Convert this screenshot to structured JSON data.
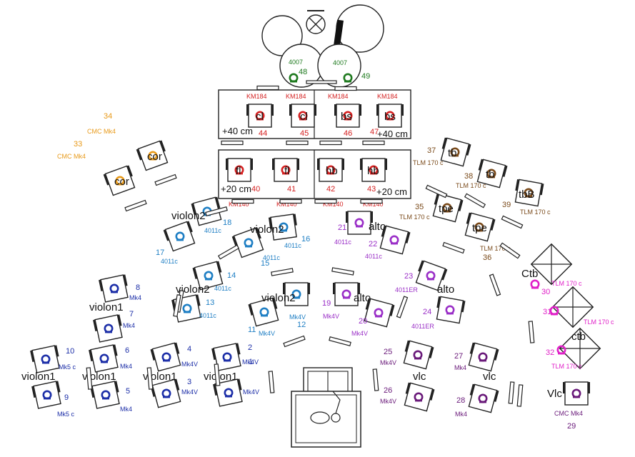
{
  "colors": {
    "violin1": "#1d2fa8",
    "violin2": "#1f7fc4",
    "alto": "#9a2fc7",
    "cello": "#6a1a7a",
    "brass": "#7a4a1a",
    "horn": "#e89a1a",
    "percussion": "#1f7a1f",
    "woodwind": "#d42020",
    "bass": "#e020c8"
  },
  "players": [
    {
      "id": "p1",
      "num": "1",
      "mic": "Mk4V",
      "label": "",
      "icon": "microphone-icon",
      "group": "violin1"
    },
    {
      "id": "p2",
      "num": "2",
      "mic": "Mk4V",
      "label": "violon1",
      "icon": "microphone-icon",
      "group": "violin1"
    },
    {
      "id": "p3",
      "num": "3",
      "mic": "Mk4V",
      "label": "",
      "icon": "microphone-icon",
      "group": "violin1"
    },
    {
      "id": "p4",
      "num": "4",
      "mic": "Mk4V",
      "label": "violon1",
      "icon": "microphone-icon",
      "group": "violin1"
    },
    {
      "id": "p5",
      "num": "5",
      "mic": "Mk4",
      "label": "",
      "icon": "microphone-icon",
      "group": "violin1"
    },
    {
      "id": "p6",
      "num": "6",
      "mic": "Mk4",
      "label": "violon1",
      "icon": "microphone-icon",
      "group": "violin1"
    },
    {
      "id": "p7",
      "num": "7",
      "mic": "Mk4",
      "label": "",
      "icon": "microphone-icon",
      "group": "violin1"
    },
    {
      "id": "p8",
      "num": "8",
      "mic": "Mk4",
      "label": "violon1",
      "icon": "microphone-icon",
      "group": "violin1"
    },
    {
      "id": "p9",
      "num": "9",
      "mic": "Mk5 c",
      "label": "",
      "icon": "microphone-icon",
      "group": "violin1"
    },
    {
      "id": "p10",
      "num": "10",
      "mic": "Mk5 c",
      "label": "violon1",
      "icon": "microphone-icon",
      "group": "violin1"
    },
    {
      "id": "p11",
      "num": "11",
      "mic": "Mk4V",
      "label": "",
      "icon": "microphone-icon",
      "group": "violin2"
    },
    {
      "id": "p12",
      "num": "12",
      "mic": "Mk4V",
      "label": "violon2",
      "icon": "microphone-icon",
      "group": "violin2"
    },
    {
      "id": "p13",
      "num": "13",
      "mic": "4011c",
      "label": "",
      "icon": "microphone-icon",
      "group": "violin2"
    },
    {
      "id": "p14",
      "num": "14",
      "mic": "4011c",
      "label": "violon2",
      "icon": "microphone-icon",
      "group": "violin2"
    },
    {
      "id": "p15",
      "num": "15",
      "mic": "4011c",
      "label": "",
      "icon": "microphone-icon",
      "group": "violin2"
    },
    {
      "id": "p16",
      "num": "16",
      "mic": "4011c",
      "label": "violon2",
      "icon": "microphone-icon",
      "group": "violin2"
    },
    {
      "id": "p17",
      "num": "17",
      "mic": "4011c",
      "label": "",
      "icon": "microphone-icon",
      "group": "violin2"
    },
    {
      "id": "p18",
      "num": "18",
      "mic": "4011c",
      "label": "violon2",
      "icon": "microphone-icon",
      "group": "violin2"
    },
    {
      "id": "p19",
      "num": "19",
      "mic": "Mk4V",
      "label": "alto",
      "icon": "microphone-icon",
      "group": "alto"
    },
    {
      "id": "p20",
      "num": "20",
      "mic": "Mk4V",
      "label": "",
      "icon": "microphone-icon",
      "group": "alto"
    },
    {
      "id": "p21",
      "num": "21",
      "mic": "4011c",
      "label": "alto",
      "icon": "microphone-icon",
      "group": "alto"
    },
    {
      "id": "p22",
      "num": "22",
      "mic": "4011c",
      "label": "",
      "icon": "microphone-icon",
      "group": "alto"
    },
    {
      "id": "p23",
      "num": "23",
      "mic": "4011ER",
      "label": "alto",
      "icon": "microphone-icon",
      "group": "alto"
    },
    {
      "id": "p24",
      "num": "24",
      "mic": "4011ER",
      "label": "",
      "icon": "microphone-icon",
      "group": "alto"
    },
    {
      "id": "p25",
      "num": "25",
      "mic": "Mk4V",
      "label": "vlc",
      "icon": "microphone-icon",
      "group": "cello"
    },
    {
      "id": "p26",
      "num": "26",
      "mic": "Mk4V",
      "label": "",
      "icon": "microphone-icon",
      "group": "cello"
    },
    {
      "id": "p27",
      "num": "27",
      "mic": "Mk4",
      "label": "vlc",
      "icon": "microphone-icon",
      "group": "cello"
    },
    {
      "id": "p28",
      "num": "28",
      "mic": "Mk4",
      "label": "",
      "icon": "microphone-icon",
      "group": "cello"
    },
    {
      "id": "p29",
      "num": "29",
      "mic": "CMC Mk4",
      "label": "Vlc",
      "icon": "microphone-icon",
      "group": "cello"
    },
    {
      "id": "p33",
      "num": "33",
      "mic": "CMC Mk4",
      "label": "cor",
      "icon": "microphone-icon",
      "group": "horn"
    },
    {
      "id": "p34",
      "num": "34",
      "mic": "CMC Mk4",
      "label": "cor",
      "icon": "microphone-icon",
      "group": "horn"
    },
    {
      "id": "p35",
      "num": "35",
      "mic": "TLM 170 c",
      "label": "tpe",
      "icon": "microphone-icon",
      "group": "brass"
    },
    {
      "id": "p36",
      "num": "36",
      "mic": "TLM 170 c",
      "label": "tpe",
      "icon": "microphone-icon",
      "group": "brass"
    },
    {
      "id": "p37",
      "num": "37",
      "mic": "TLM 170 c",
      "label": "tb",
      "icon": "microphone-icon",
      "group": "brass"
    },
    {
      "id": "p38",
      "num": "38",
      "mic": "TLM 170 c",
      "label": "tb",
      "icon": "microphone-icon",
      "group": "brass"
    },
    {
      "id": "p39",
      "num": "39",
      "mic": "TLM 170 c",
      "label": "tbB",
      "icon": "microphone-icon",
      "group": "brass"
    },
    {
      "id": "p40",
      "num": "40",
      "mic": "KM140",
      "label": "fl",
      "icon": "microphone-icon",
      "group": "woodwind"
    },
    {
      "id": "p41",
      "num": "41",
      "mic": "KM140",
      "label": "fl",
      "icon": "microphone-icon",
      "group": "woodwind"
    },
    {
      "id": "p42",
      "num": "42",
      "mic": "KM140",
      "label": "hb",
      "icon": "microphone-icon",
      "group": "woodwind"
    },
    {
      "id": "p43",
      "num": "43",
      "mic": "KM140",
      "label": "hb",
      "icon": "microphone-icon",
      "group": "woodwind"
    },
    {
      "id": "p44",
      "num": "44",
      "mic": "KM184",
      "label": "cl",
      "icon": "microphone-icon",
      "group": "woodwind"
    },
    {
      "id": "p45",
      "num": "45",
      "mic": "KM184",
      "label": "cl",
      "icon": "microphone-icon",
      "group": "woodwind"
    },
    {
      "id": "p46",
      "num": "46",
      "mic": "KM184",
      "label": "bs",
      "icon": "microphone-icon",
      "group": "woodwind"
    },
    {
      "id": "p47",
      "num": "47",
      "mic": "KM184",
      "label": "bs",
      "icon": "microphone-icon",
      "group": "woodwind"
    },
    {
      "id": "p48",
      "num": "48",
      "mic": "4007",
      "label": "",
      "icon": "microphone-icon",
      "group": "percussion"
    },
    {
      "id": "p49",
      "num": "49",
      "mic": "4007",
      "label": "",
      "icon": "microphone-icon",
      "group": "percussion"
    }
  ],
  "basses": [
    {
      "id": "b30",
      "num": "30",
      "mic": "TLM 170 c",
      "label": "Ctb",
      "icon": "microphone-icon",
      "group": "bass"
    },
    {
      "id": "b31",
      "num": "31",
      "mic": "TLM 170 c",
      "label": "",
      "icon": "microphone-icon",
      "group": "bass"
    },
    {
      "id": "b32",
      "num": "32",
      "mic": "TLM 170 c",
      "label": "ctb",
      "icon": "microphone-icon",
      "group": "bass"
    }
  ],
  "risers": {
    "upper_offset": "+40 cm",
    "upper_offset_right": "+40 cm",
    "lower_offset": "+20 cm",
    "lower_offset_right": "+20 cm"
  },
  "extra_labels": {
    "km140_a": "KM140",
    "km140_b": "KM140"
  }
}
